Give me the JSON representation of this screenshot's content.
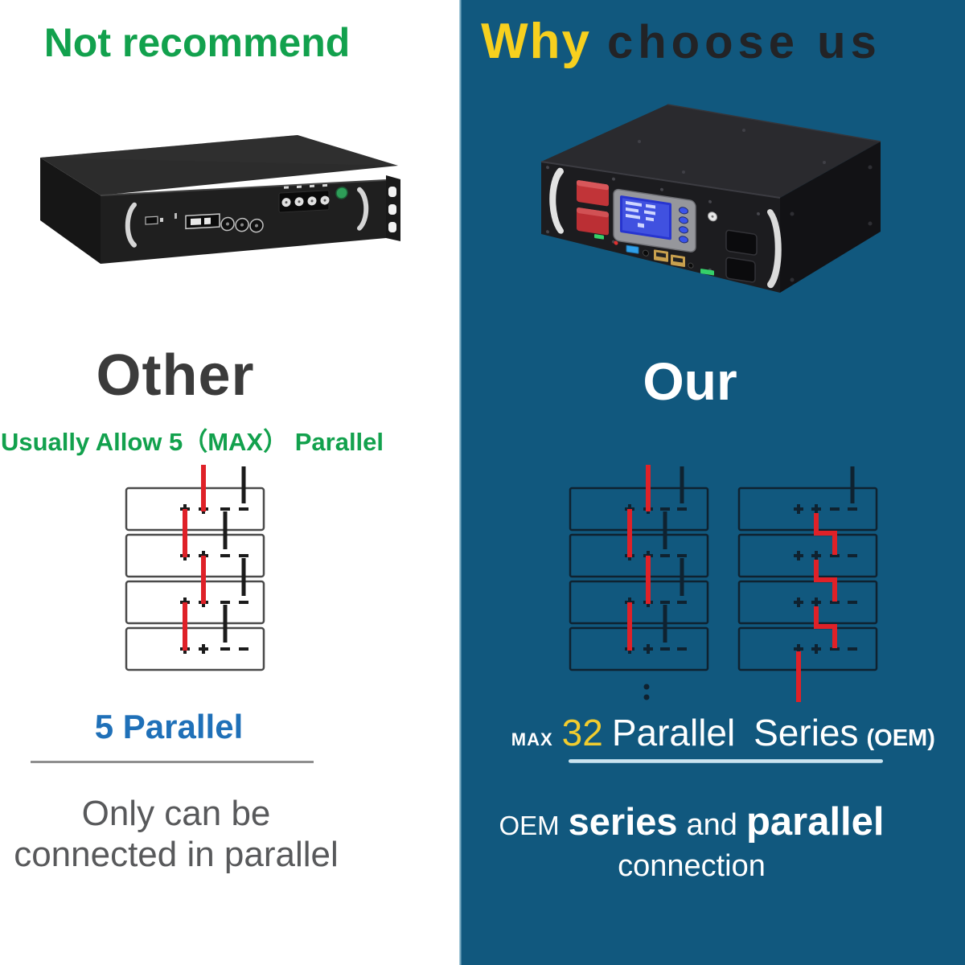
{
  "left": {
    "title": "Not recommend",
    "heading": "Other",
    "allow_label": "Usually Allow 5（MAX） Parallel",
    "parallel_label": "5 Parallel",
    "note_line1": "Only can be",
    "note_line2": "connected in parallel",
    "diagram": {
      "type": "parallel",
      "visible_units": 4,
      "max_parallel": 5
    }
  },
  "right": {
    "title_highlight": "Why",
    "title_rest": "choose us",
    "heading": "Our",
    "max_label": "MAX",
    "parallel_count": "32",
    "parallel_label": "Parallel",
    "series_label": "Series",
    "series_oem_label": "(OEM)",
    "note_oem": "OEM",
    "note_series": "series",
    "note_and": "and",
    "note_parallel": "parallel",
    "note_line2": "connection",
    "diagrams": {
      "parallel": {
        "type": "parallel",
        "visible_units": 4,
        "max_parallel": 32
      },
      "series": {
        "type": "series",
        "visible_units": 4,
        "oem": true
      }
    }
  },
  "colors": {
    "panel_blue": "#11587E",
    "green": "#12A14D",
    "yellow": "#F7D01E",
    "blue_text": "#1F70B8",
    "dark_heading": "#3B3B3B",
    "gray_text": "#58595B",
    "red_wire": "#DF2128",
    "black_wire": "#1B1B1B",
    "navy_wire": "#0F2230",
    "divider_left": "#8F8F8F",
    "divider_right": "#BCDCEC",
    "title_dark": "#222326",
    "white": "#FFFFFF"
  }
}
